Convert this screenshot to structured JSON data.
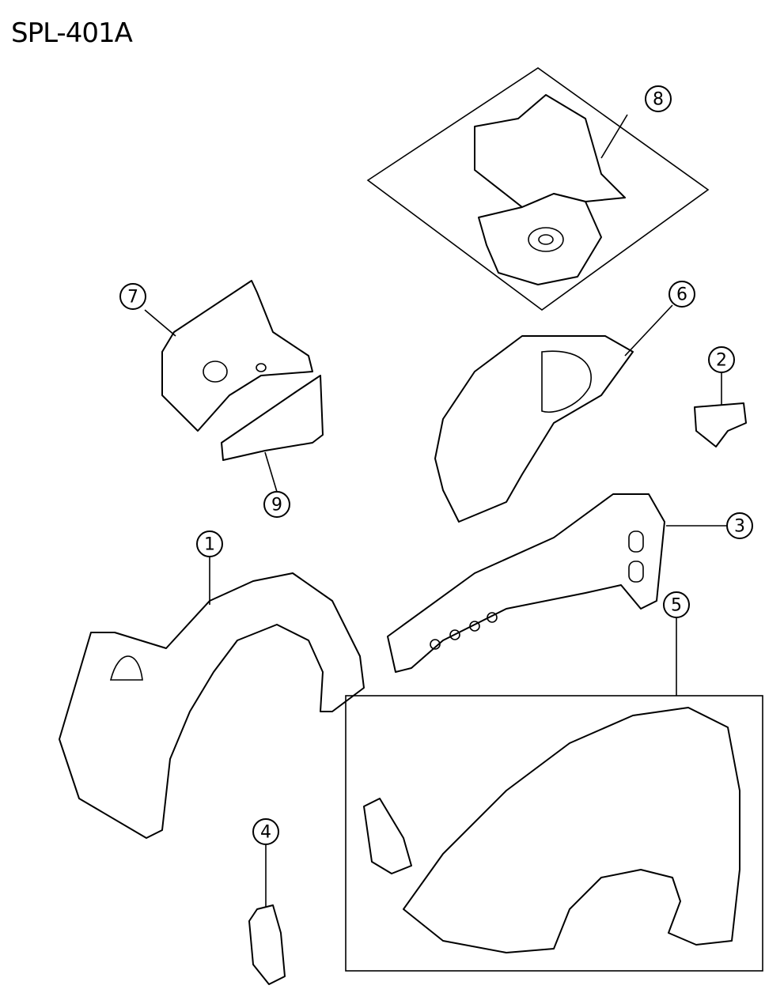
{
  "title": "SPL-401A",
  "callouts": [
    {
      "label": "1",
      "part": "wheelhouse-liner"
    },
    {
      "label": "2",
      "part": "bracket"
    },
    {
      "label": "3",
      "part": "frame-rail"
    },
    {
      "label": "4",
      "part": "bracket-small"
    },
    {
      "label": "5",
      "part": "fender"
    },
    {
      "label": "6",
      "part": "inner-fender-panel"
    },
    {
      "label": "7",
      "part": "shock-tower-extension"
    },
    {
      "label": "8",
      "part": "shock-tower-assembly"
    },
    {
      "label": "9",
      "part": "reinforcement"
    }
  ]
}
